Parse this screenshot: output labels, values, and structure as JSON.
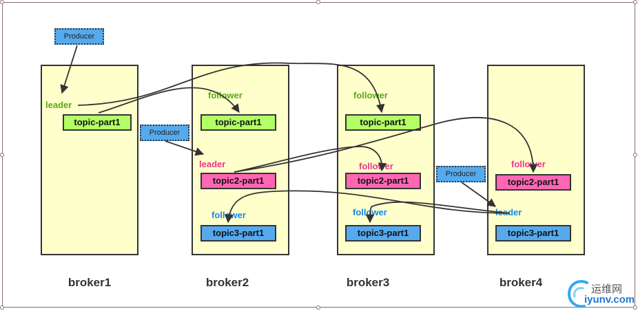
{
  "brokers": [
    {
      "name": "broker1"
    },
    {
      "name": "broker2"
    },
    {
      "name": "broker3"
    },
    {
      "name": "broker4"
    }
  ],
  "partitions": {
    "topic1": "topic-part1",
    "topic2": "topic2-part1",
    "topic3": "topic3-part1"
  },
  "roles": {
    "leader": "leader",
    "follower": "follower"
  },
  "producer_label": "Producer",
  "colors": {
    "broker_fill": "#ffffcc",
    "topic1": "#b3ff66",
    "topic2": "#ff66b3",
    "topic3": "#55aaee",
    "role_green": "#55aa11",
    "role_pink": "#ee3388",
    "role_blue": "#1188ee"
  },
  "watermark": {
    "brand": "运维网",
    "url": "iyunv.com"
  }
}
